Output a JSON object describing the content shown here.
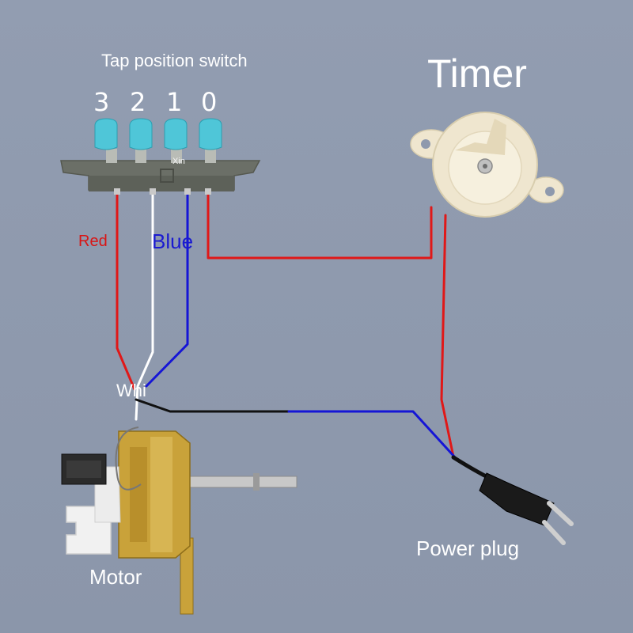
{
  "switch": {
    "title": "Tap position switch",
    "positions": [
      "3",
      "2",
      "1",
      "0"
    ],
    "inner_label": "Xin"
  },
  "timer": {
    "title": "Timer"
  },
  "wires": {
    "red_label": "Red",
    "blue_label": "Blue",
    "white_label": "Whi"
  },
  "motor": {
    "label": "Motor"
  },
  "plug": {
    "label": "Power plug"
  },
  "colors": {
    "background": "#8e99ad",
    "red_wire": "#e01818",
    "blue_wire": "#1515d6",
    "white_wire": "#ffffff",
    "black_wire": "#111111",
    "button_cap": "#4fc6d8",
    "switch_body": "#6b6f67",
    "timer_body": "#efe6cf",
    "motor_coil": "#c9a23a"
  },
  "icons": [
    "push-button-icon",
    "rotary-timer-icon",
    "fan-motor-icon",
    "capacitor-icon",
    "power-plug-icon"
  ]
}
